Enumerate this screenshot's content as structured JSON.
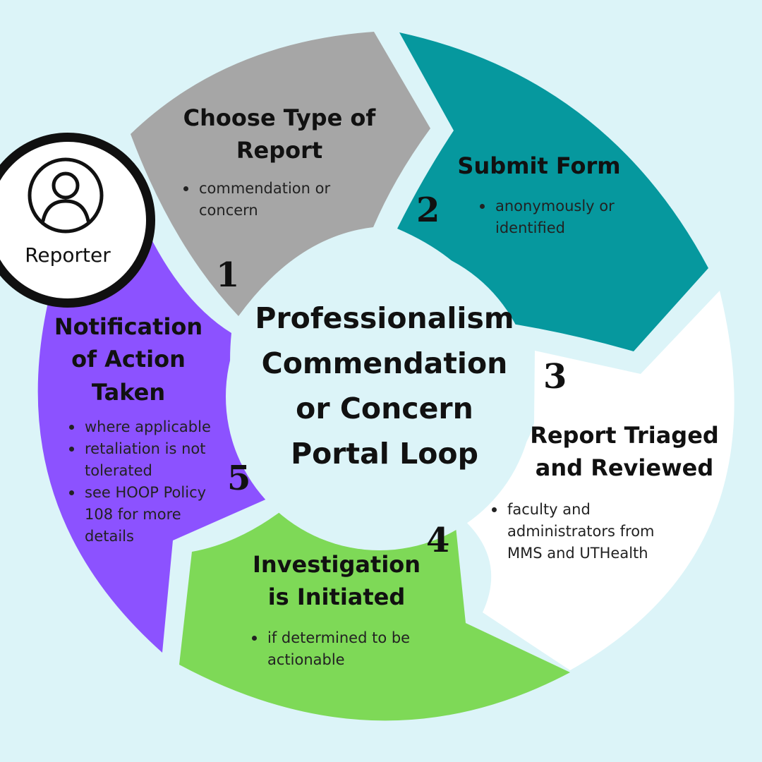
{
  "reporter": {
    "label": "Reporter",
    "icon": "person-icon"
  },
  "center_title": "Professionalism Commendation or Concern Portal Loop",
  "steps": [
    {
      "number": "1",
      "title": "Choose Type of Report",
      "bullets": [
        "commendation or concern"
      ],
      "color": "#a6a6a6"
    },
    {
      "number": "2",
      "title": "Submit Form",
      "bullets": [
        "anonymously or identified"
      ],
      "color": "#06989e"
    },
    {
      "number": "3",
      "title": "Report Triaged and Reviewed",
      "bullets": [
        "faculty and administrators from MMS and UTHealth"
      ],
      "color": "#ffffff"
    },
    {
      "number": "4",
      "title": "Investigation is Initiated",
      "bullets": [
        "if determined to be actionable"
      ],
      "color": "#7ed957"
    },
    {
      "number": "5",
      "title": "Notification of Action Taken",
      "bullets": [
        "where applicable",
        "retaliation is not tolerated",
        "see HOOP Policy 108 for more details"
      ],
      "color": "#8c52ff"
    }
  ],
  "colors": {
    "background": "#dcf4f8",
    "hub": "#dcf4f8"
  }
}
